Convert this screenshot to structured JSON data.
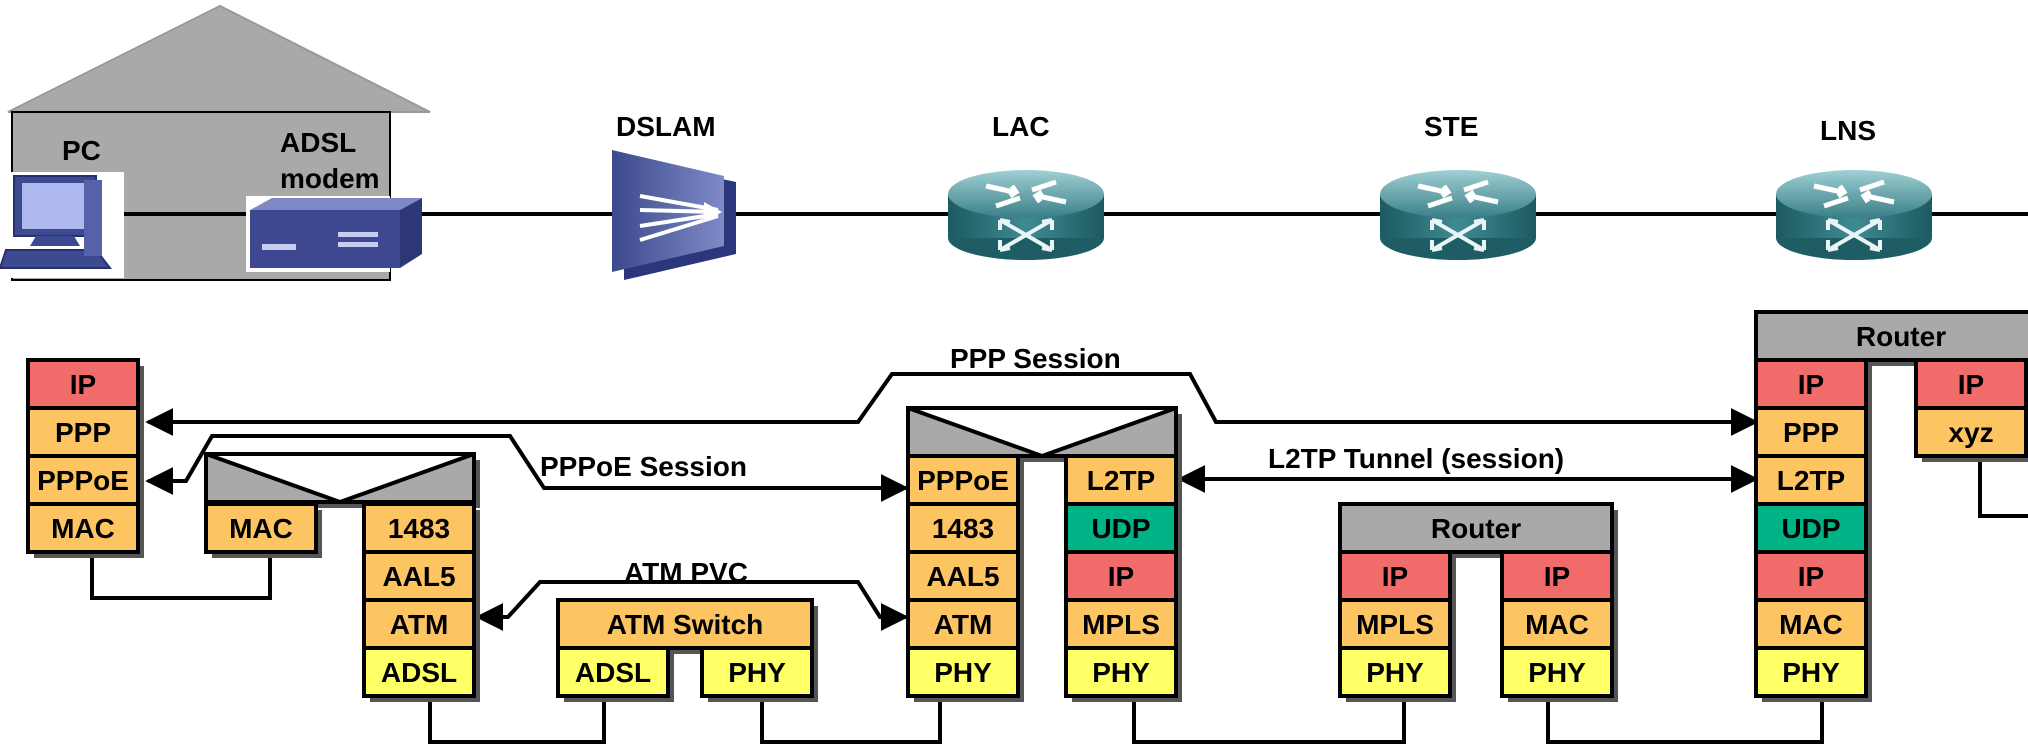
{
  "colors": {
    "ip": "#f26b6b",
    "orange": "#fdc462",
    "yellow": "#ffff66",
    "green": "#00b386",
    "gray": "#a9a9a9",
    "line": "#000000"
  },
  "devices": {
    "pc": "PC",
    "modem_line1": "ADSL",
    "modem_line2": "modem",
    "dslam": "DSLAM",
    "lac": "LAC",
    "ste": "STE",
    "lns": "LNS"
  },
  "sessions": {
    "ppp": "PPP Session",
    "pppoe": "PPPoE Session",
    "atm_pvc": "ATM PVC",
    "l2tp": "L2TP Tunnel (session)"
  },
  "stacks": {
    "pc": [
      "IP",
      "PPP",
      "PPPoE",
      "MAC"
    ],
    "modem_mac": "MAC",
    "modem_atm": [
      "1483",
      "AAL5",
      "ATM",
      "ADSL"
    ],
    "atm_switch": "ATM Switch",
    "atm_switch_adsl": "ADSL",
    "atm_switch_phy": "PHY",
    "lac_left": [
      "PPPoE",
      "1483",
      "AAL5",
      "ATM",
      "PHY"
    ],
    "lac_right": [
      "L2TP",
      "UDP",
      "IP",
      "MPLS",
      "PHY"
    ],
    "ste_router": "Router",
    "ste_left": [
      "IP",
      "MPLS",
      "PHY"
    ],
    "ste_right": [
      "IP",
      "MAC",
      "PHY"
    ],
    "lns_router": "Router",
    "lns_left": [
      "IP",
      "PPP",
      "L2TP",
      "UDP",
      "IP",
      "MAC",
      "PHY"
    ],
    "lns_right": [
      "IP",
      "xyz"
    ]
  }
}
